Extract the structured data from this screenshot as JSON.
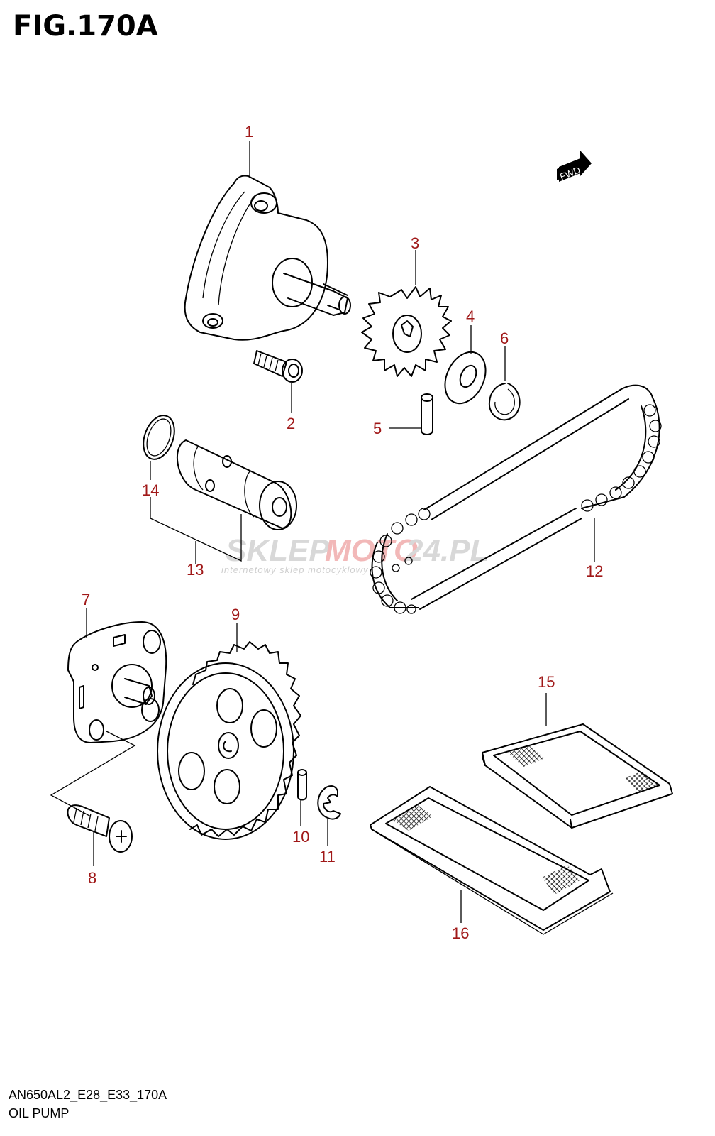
{
  "figure": {
    "title": "FIG.170A",
    "code": "AN650AL2_E28_E33_170A",
    "section_title": "OIL PUMP"
  },
  "direction_badge": "FWD",
  "watermark": {
    "brand_a": "SKLEP",
    "brand_b": "MOTO",
    "brand_c": "24.PL",
    "tagline": "internetowy sklep motocyklowy"
  },
  "callouts": [
    "1",
    "2",
    "3",
    "4",
    "5",
    "6",
    "7",
    "8",
    "9",
    "10",
    "11",
    "12",
    "13",
    "14",
    "15",
    "16"
  ],
  "colors": {
    "callout_text": "#a01818",
    "line_art": "#000000",
    "watermark_gray": "#d8d8d8",
    "watermark_red": "#f2b8b8"
  }
}
